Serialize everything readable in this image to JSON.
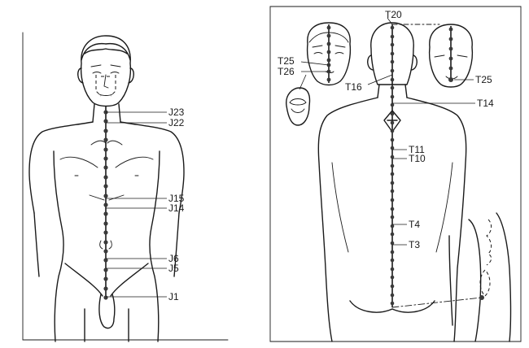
{
  "front_view": {
    "labels": [
      "J23",
      "J22",
      "J15",
      "J14",
      "J6",
      "J5",
      "J1"
    ]
  },
  "back_view": {
    "labels": [
      "T20",
      "T25",
      "T26",
      "T16",
      "T14",
      "T11",
      "T10",
      "T4",
      "T3"
    ],
    "head_side_label": "T25"
  }
}
